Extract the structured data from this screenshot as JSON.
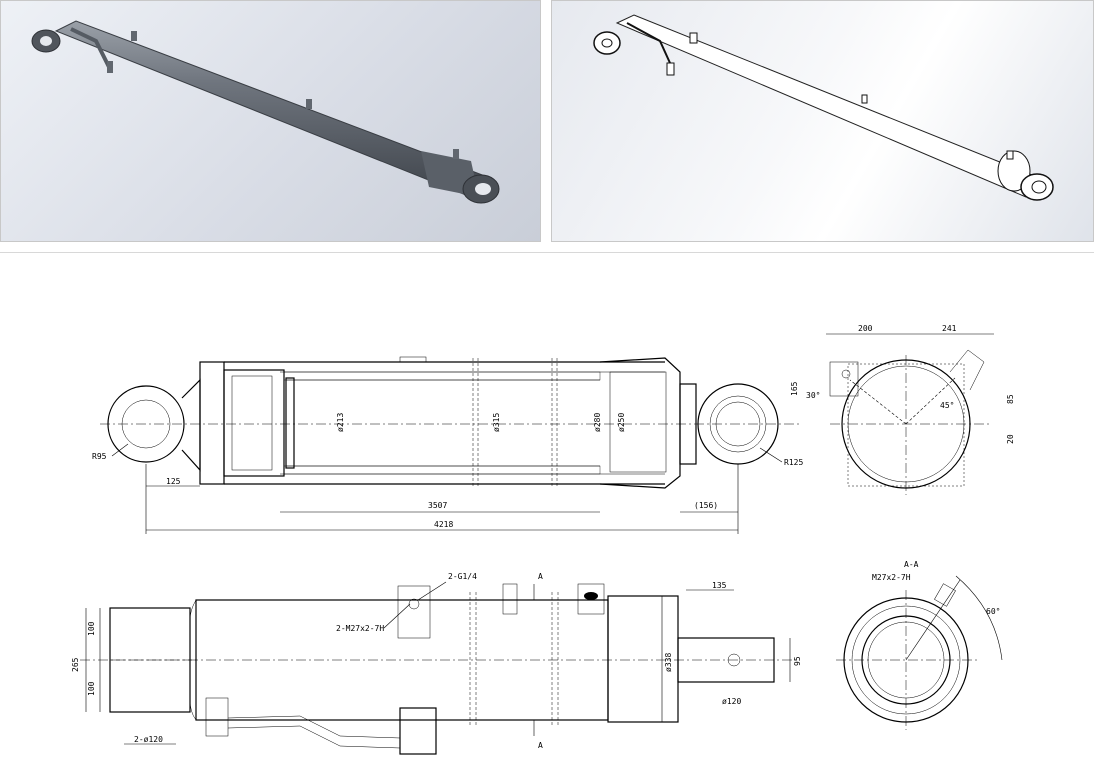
{
  "dimensions": {
    "r95": "R95",
    "r125": "R125",
    "d125": "125",
    "d3507": "3507",
    "d156": "(156)",
    "d4218": "4218",
    "dia213": "ø213",
    "dia315": "ø315",
    "dia280": "ø280",
    "dia250": "ø250",
    "d200": "200",
    "d241": "241",
    "d165": "165",
    "d85": "85",
    "d20": "20",
    "a30": "30°",
    "a45": "45°",
    "g14": "2-G1/4",
    "m27": "2-M27x2-7H",
    "d100a": "100",
    "d100b": "100",
    "d265": "265",
    "dia120a": "2-ø120",
    "dia338": "ø338",
    "d135": "135",
    "d95": "95",
    "dia120b": "ø120",
    "secA1": "A",
    "secA2": "A",
    "secAA": "A-A",
    "m27b": "M27x2-7H",
    "a60": "60°"
  }
}
